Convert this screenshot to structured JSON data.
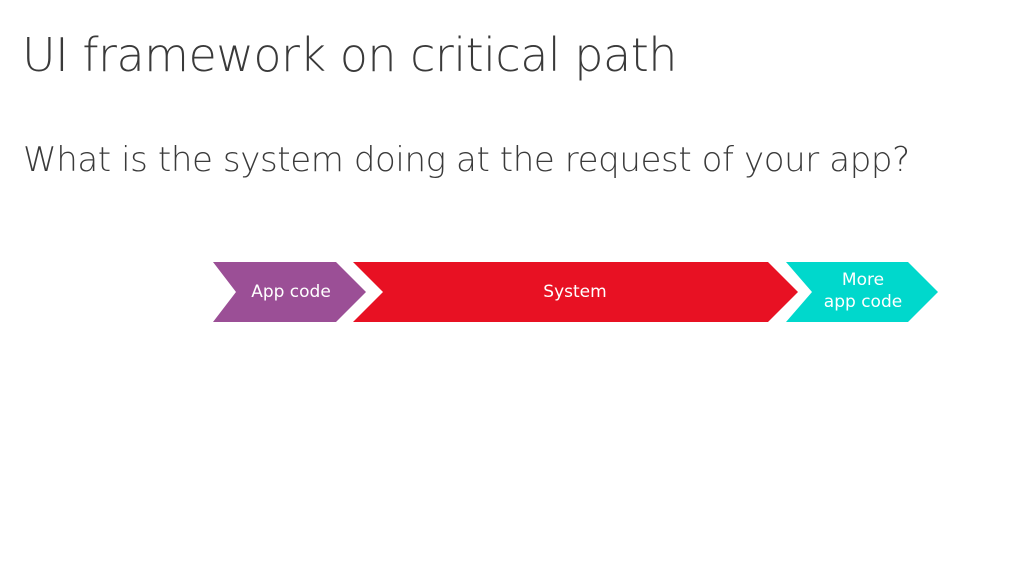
{
  "slide": {
    "title": "UI framework on critical path",
    "subtitle": "What is the system doing at the request of your app?"
  },
  "flow": {
    "segments": [
      {
        "label": "App code",
        "color": "#9b4f96"
      },
      {
        "label": "System",
        "color": "#e81123"
      },
      {
        "label_line1": "More",
        "label_line2": "app code",
        "color": "#00d8cc"
      }
    ]
  }
}
